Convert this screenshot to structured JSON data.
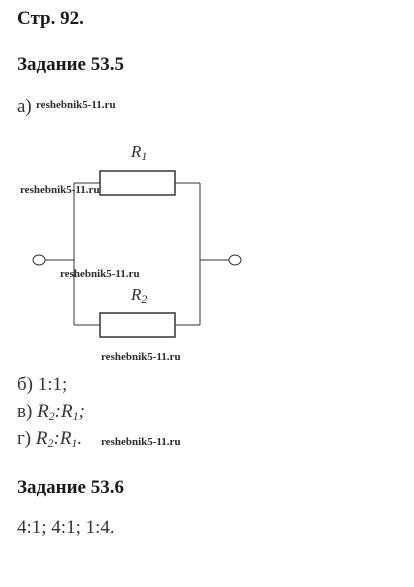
{
  "page_label": "Стр. 92.",
  "task1": {
    "title": "Задание 53.5",
    "part_a": "а)",
    "diagram": {
      "r1_main": "R",
      "r1_sub": "1",
      "r2_main": "R",
      "r2_sub": "2"
    },
    "part_b": "б) 1:1;",
    "part_v": {
      "prefix": "в) ",
      "a_main": "R",
      "a_sub": "2",
      "sep": ":",
      "b_main": "R",
      "b_sub": "1",
      "suffix": ";"
    },
    "part_g": {
      "prefix": "г) ",
      "a_main": "R",
      "a_sub": "2",
      "sep": ":",
      "b_main": "R",
      "b_sub": "1",
      "suffix": "."
    }
  },
  "task2": {
    "title": "Задание 53.6",
    "answer": "4:1; 4:1; 1:4."
  },
  "watermarks": [
    "reshebnik5-11.ru",
    "reshebnik5-11.ru",
    "reshebnik5-11.ru",
    "reshebnik5-11.ru",
    "reshebnik5-11.ru"
  ]
}
